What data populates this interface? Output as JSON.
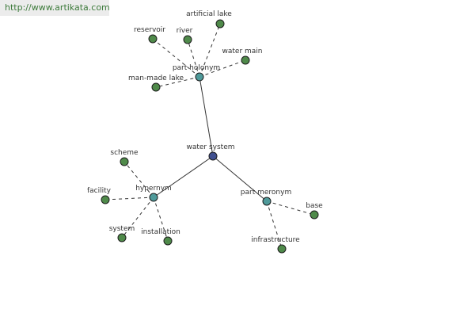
{
  "banner": {
    "url": "http://www.artikata.com"
  },
  "colors": {
    "center": "#3f4f8f",
    "relation": "#4f9a9a",
    "leaf": "#4f8a4a"
  },
  "graph": {
    "center": {
      "label": "water system"
    },
    "groups": [
      {
        "relation": "part holonym",
        "leaves": [
          "reservoir",
          "river",
          "artificial lake",
          "water main",
          "man-made lake"
        ]
      },
      {
        "relation": "hypernym",
        "leaves": [
          "scheme",
          "facility",
          "system",
          "installation"
        ]
      },
      {
        "relation": "part meronym",
        "leaves": [
          "base",
          "infrastructure"
        ]
      }
    ]
  }
}
